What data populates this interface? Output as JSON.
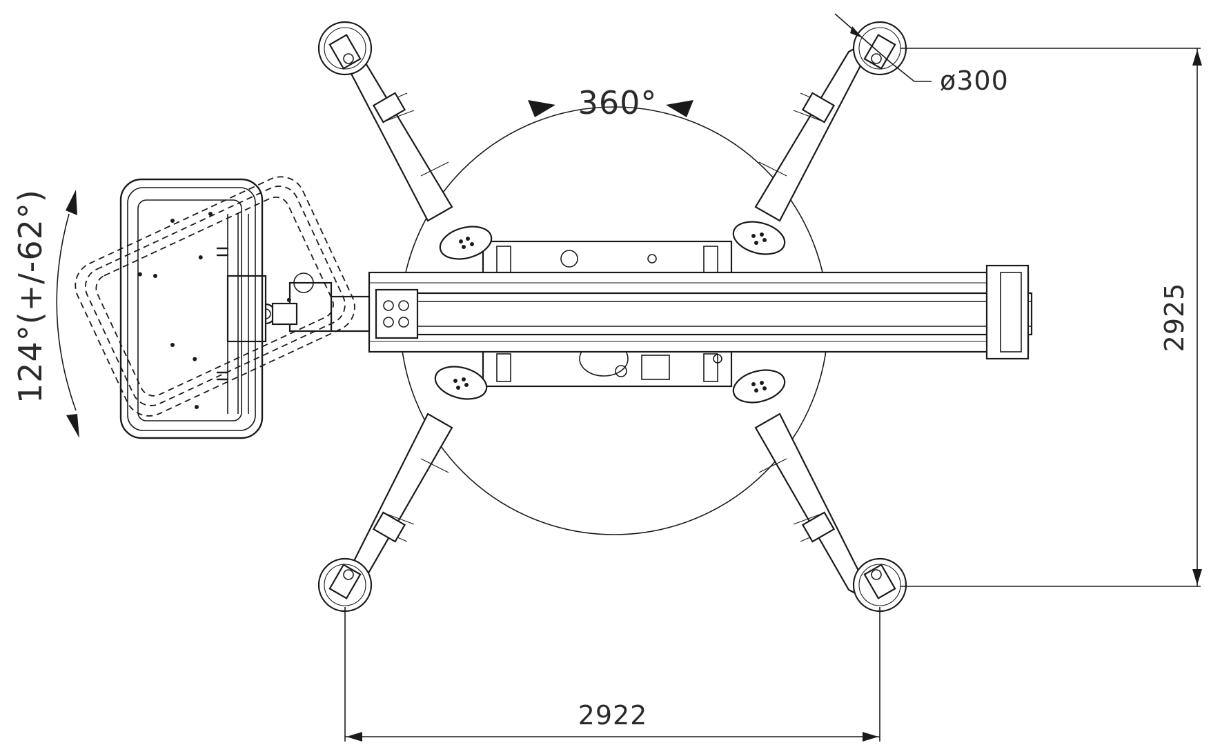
{
  "dimensions": {
    "rotation_angle": "360°",
    "pad_diameter": "ø300",
    "height": "2925",
    "width": "2922",
    "basket_rotation": "124°(+/-62°)"
  },
  "colors": {
    "line": "#1a1a1a",
    "text": "#2a2a2a",
    "background": "#ffffff"
  }
}
